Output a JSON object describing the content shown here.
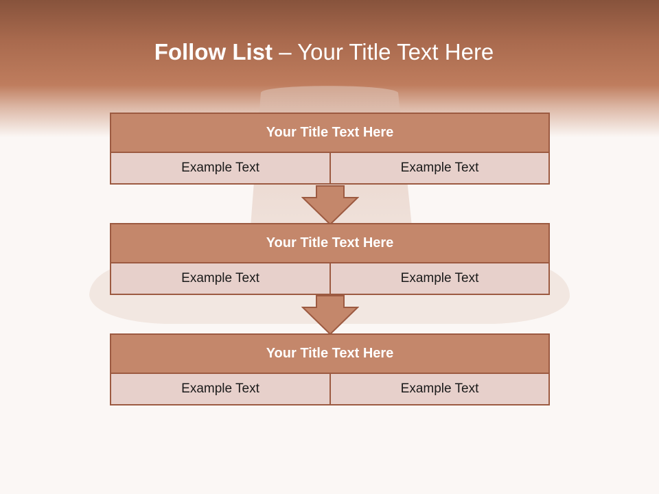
{
  "slide": {
    "title_strong": "Follow List",
    "title_rest": " – Your Title Text Here"
  },
  "steps": [
    {
      "title": "Your Title Text Here",
      "left": "Example Text",
      "right": "Example Text"
    },
    {
      "title": "Your Title Text Here",
      "left": "Example Text",
      "right": "Example Text"
    },
    {
      "title": "Your Title Text Here",
      "left": "Example Text",
      "right": "Example Text"
    }
  ],
  "colors": {
    "header_dark": "#87533c",
    "header_mid": "#bf7d5e",
    "step_title_fill": "#c4876b",
    "step_cell_fill": "#e7d0cb",
    "border": "#9c5a41",
    "background": "#fbf7f5"
  }
}
